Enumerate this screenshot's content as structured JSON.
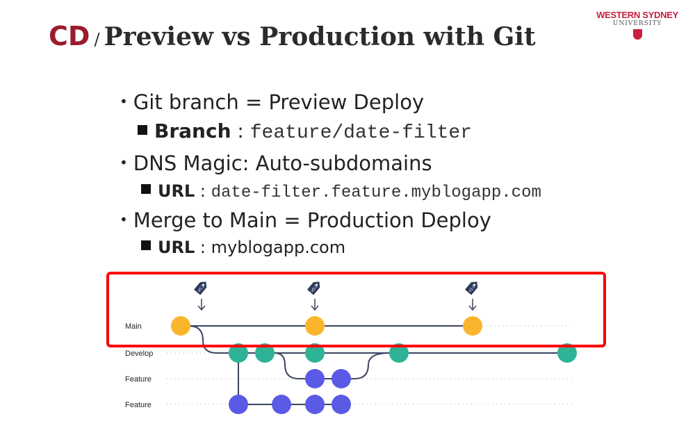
{
  "title": {
    "prefix": "CD",
    "separator": "/",
    "text": "Preview vs Production with Git"
  },
  "logo": {
    "line1": "WESTERN SYDNEY",
    "line2": "UNIVERSITY"
  },
  "bullets": [
    {
      "text": "Git branch = Preview Deploy",
      "sub_label": "Branch",
      "sub_sep": " : ",
      "sub_value": "feature/date-filter"
    },
    {
      "text": "DNS Magic: Auto-subdomains",
      "sub_label": "URL",
      "sub_sep": " : ",
      "sub_value": "date-filter.feature.myblogapp.com"
    },
    {
      "text": "Merge to Main = Production Deploy",
      "sub_label": "URL",
      "sub_sep": " : ",
      "sub_value": "myblogapp.com"
    }
  ],
  "diagram": {
    "lanes": [
      "Main",
      "Develop",
      "Feature",
      "Feature"
    ],
    "tags": [
      "v0.1",
      "v0.2",
      "v1.0"
    ],
    "colors": {
      "main": "#fbb52d",
      "develop": "#2eb396",
      "feature": "#5a5ae6",
      "line": "#3b4461",
      "highlight": "#ff0000"
    }
  }
}
